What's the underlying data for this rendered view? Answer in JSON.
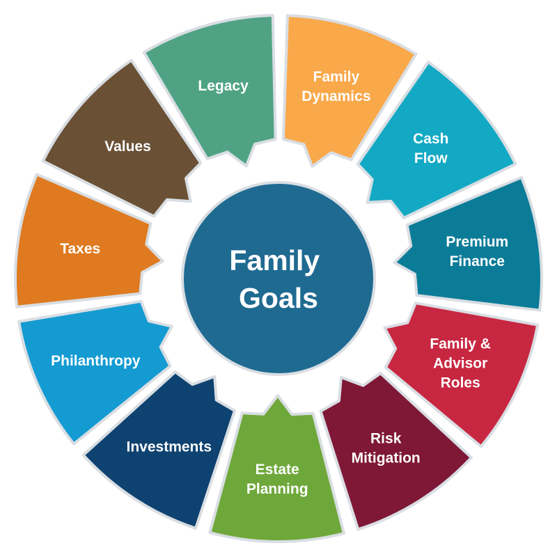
{
  "diagram": {
    "center": {
      "lines": [
        "Family",
        "Goals"
      ],
      "color": "#1f6a91"
    },
    "segments": [
      {
        "id": "legacy",
        "lines": [
          "Legacy"
        ],
        "color": "#4fa384"
      },
      {
        "id": "family-dynamics",
        "lines": [
          "Family",
          "Dynamics"
        ],
        "color": "#f9a84a"
      },
      {
        "id": "cash-flow",
        "lines": [
          "Cash",
          "Flow"
        ],
        "color": "#13a9c4"
      },
      {
        "id": "premium-finance",
        "lines": [
          "Premium",
          "Finance"
        ],
        "color": "#0b7c98"
      },
      {
        "id": "family-advisor-roles",
        "lines": [
          "Family &",
          "Advisor",
          "Roles"
        ],
        "color": "#c82741"
      },
      {
        "id": "risk-mitigation",
        "lines": [
          "Risk",
          "Mitigation"
        ],
        "color": "#7f1736"
      },
      {
        "id": "estate-planning",
        "lines": [
          "Estate",
          "Planning"
        ],
        "color": "#6fa83a"
      },
      {
        "id": "investments",
        "lines": [
          "Investments"
        ],
        "color": "#0e4270"
      },
      {
        "id": "philanthropy",
        "lines": [
          "Philanthropy"
        ],
        "color": "#139bd2"
      },
      {
        "id": "taxes",
        "lines": [
          "Taxes"
        ],
        "color": "#df7a20"
      },
      {
        "id": "values",
        "lines": [
          "Values"
        ],
        "color": "#6a5136"
      }
    ]
  }
}
